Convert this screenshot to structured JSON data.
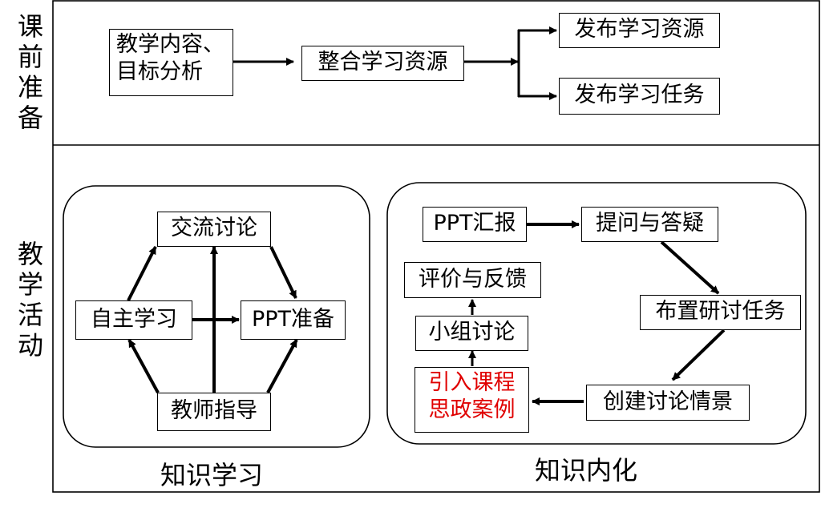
{
  "sections": {
    "prep_label": "课前准备",
    "activity_label": "教学活动"
  },
  "prep": {
    "content_line1": "教学内容、",
    "content_line2": "目标分析",
    "integrate": "整合学习资源",
    "publish_resources": "发布学习资源",
    "publish_tasks": "发布学习任务"
  },
  "learning": {
    "caption": "知识学习",
    "exchange": "交流讨论",
    "self_study": "自主学习",
    "ppt_prep": "PPT准备",
    "teacher_guide": "教师指导"
  },
  "internalization": {
    "caption": "知识内化",
    "ppt_report": "PPT汇报",
    "qa": "提问与答疑",
    "feedback": "评价与反馈",
    "assign_task": "布置研讨任务",
    "group_discussion": "小组讨论",
    "ideology_line1": "引入课程",
    "ideology_line2": "思政案例",
    "scenario": "创建讨论情景"
  },
  "colors": {
    "line": "#000000",
    "highlight_text": "#e00000"
  }
}
